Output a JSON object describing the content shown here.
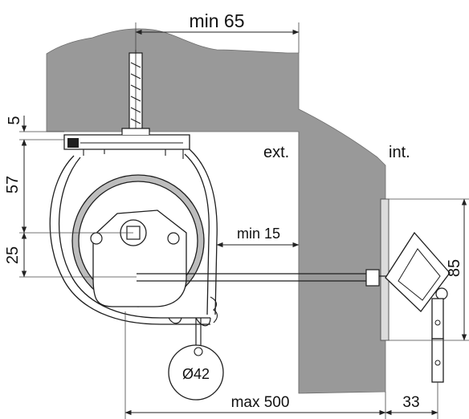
{
  "dimensions": {
    "top_width": "min 65",
    "mount_height": "5",
    "box_height": "57",
    "axis_height": "25",
    "clearance": "min 15",
    "rod_length": "max 500",
    "crank_offset": "33",
    "crank_height": "85",
    "pulley_diameter": "Ø42"
  },
  "labels": {
    "exterior": "ext.",
    "interior": "int."
  },
  "colors": {
    "masonry": "#999999",
    "outline": "#1e1e1e",
    "line": "#222222"
  }
}
